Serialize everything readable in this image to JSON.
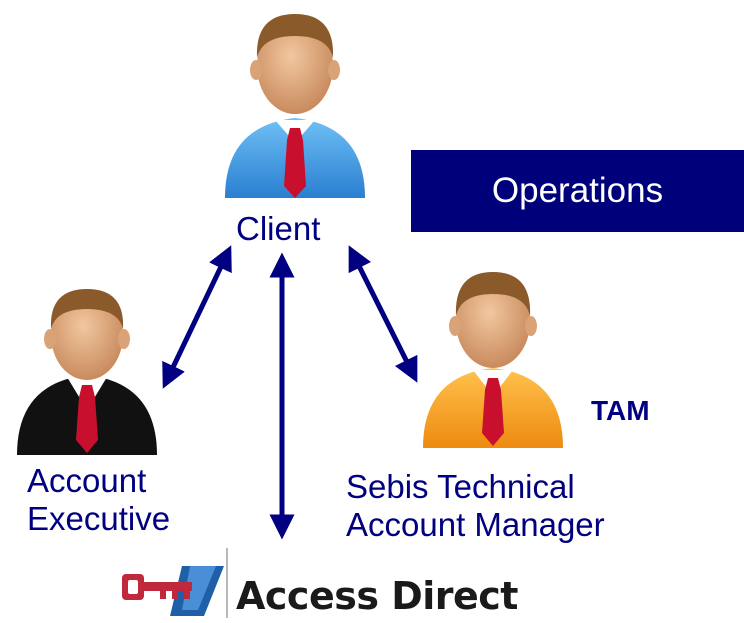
{
  "operations_label": "Operations",
  "client_label": "Client",
  "account_exec_line1": "Account",
  "account_exec_line2": "Executive",
  "tam_badge": "TAM",
  "tam_line1": "Sebis Technical",
  "tam_line2": "Account Manager",
  "logo_text": "Access Direct",
  "colors": {
    "label_navy": "#000080",
    "operations_box": "#00007a",
    "client_shirt": "#4aa3e8",
    "exec_suit": "#111111",
    "tam_shirt": "#f5a623",
    "tie_red": "#c8102e",
    "logo_red": "#c0283c",
    "logo_blue": "#1f5fa8"
  },
  "icons": [
    "client-person-icon",
    "account-executive-person-icon",
    "tam-person-icon",
    "access-direct-logo-icon"
  ]
}
